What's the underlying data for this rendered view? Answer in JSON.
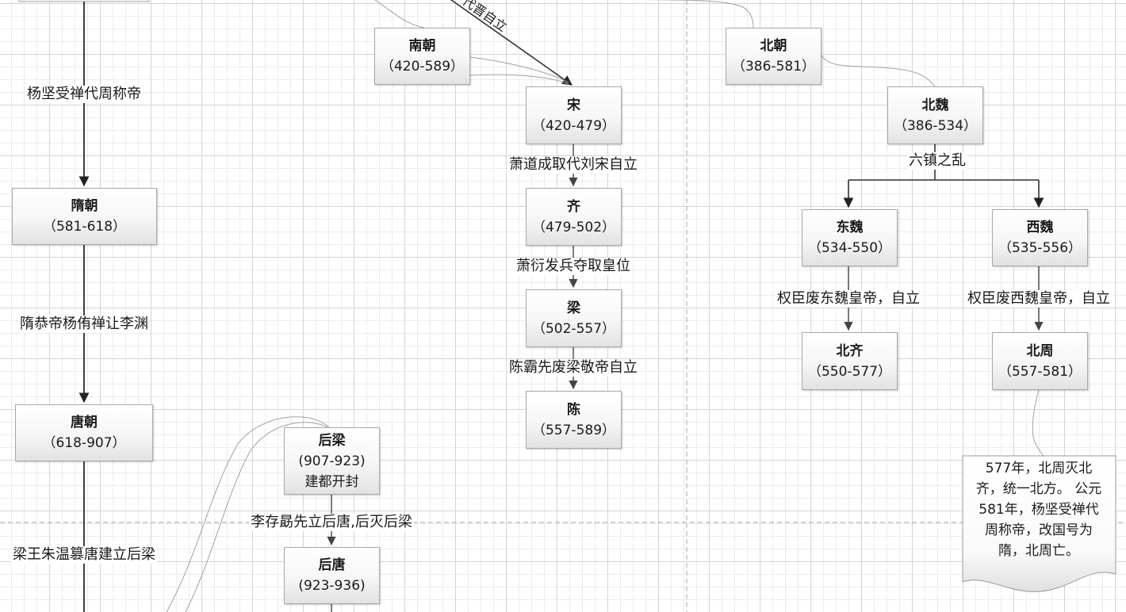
{
  "dynasties": {
    "sui": {
      "name": "隋朝",
      "years": "（581-618）"
    },
    "tang": {
      "name": "唐朝",
      "years": "（618-907）"
    },
    "nanchao": {
      "name": "南朝",
      "years": "（420-589）"
    },
    "song": {
      "name": "宋",
      "years": "（420-479）"
    },
    "qi": {
      "name": "齐",
      "years": "（479-502）"
    },
    "liang": {
      "name": "梁",
      "years": "（502-557）"
    },
    "chen": {
      "name": "陈",
      "years": "（557-589）"
    },
    "houliang": {
      "name": "后梁",
      "years": "(907-923)",
      "extra": "建都开封"
    },
    "houtang": {
      "name": "后唐",
      "years": "(923-936)"
    },
    "beichao": {
      "name": "北朝",
      "years": "（386-581）"
    },
    "beiwei": {
      "name": "北魏",
      "years": "（386-534）"
    },
    "dongwei": {
      "name": "东魏",
      "years": "（534-550）"
    },
    "xiwei": {
      "name": "西魏",
      "years": "（535-556）"
    },
    "beiqi": {
      "name": "北齐",
      "years": "（550-577）"
    },
    "beizhou": {
      "name": "北周",
      "years": "（557-581）"
    }
  },
  "labels": {
    "yangjian": "杨坚受禅代周称帝",
    "suigong": "隋恭帝杨侑禅让李渊",
    "zhuwen": "梁王朱温篡唐建立后梁",
    "daijin": "代晋自立",
    "xiaodaocheng": "萧道成取代刘宋自立",
    "xiaoyan": "萧衍发兵夺取皇位",
    "chenbaxian": "陈霸先废梁敬帝自立",
    "licunxu": "李存勗先立后唐,后灭后梁",
    "liuzhen": "六镇之乱",
    "dongwei_fei": "权臣废东魏皇帝，自立",
    "xiwei_fei": "权臣废西魏皇帝，自立"
  },
  "note": {
    "lines": [
      "577年，北周灭北",
      "齐，统一北方。 公元",
      "581年，杨坚受禅代",
      "周称帝，改国号为",
      "隋，北周亡。"
    ]
  }
}
